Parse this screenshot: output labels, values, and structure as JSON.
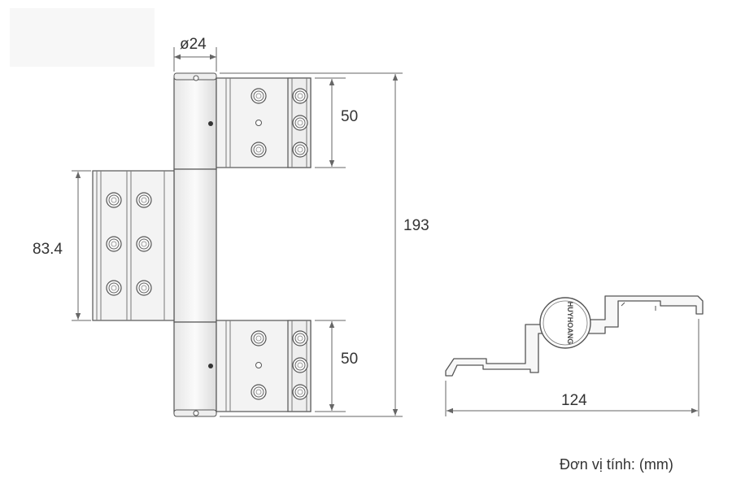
{
  "dimensions": {
    "pin_diameter": "ø24",
    "top_leaf_height": "50",
    "bottom_leaf_height": "50",
    "middle_leaf_height": "83.4",
    "total_height": "193",
    "profile_width": "124"
  },
  "profile_logo_text": "HUYHOANG",
  "unit_note": "Đơn vị tính: (mm)",
  "colors": {
    "line": "#555555",
    "fill": "#f2f2f2",
    "dimension_line": "#666666"
  }
}
